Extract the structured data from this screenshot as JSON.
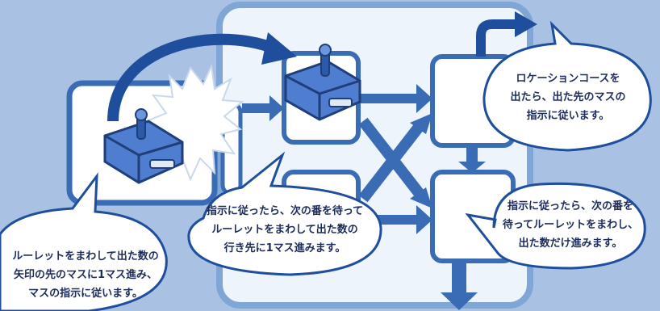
{
  "colors": {
    "background": "#a9c2e3",
    "board": "#eef4fb",
    "board_border": "#7fa6d4",
    "box_fill": "#ffffff",
    "arrow": "#3a6cb5",
    "arrow_dark": "#1f4f9c",
    "text": "#1d2c5a",
    "car": "#4f7ed0"
  },
  "icons": [
    "car-piece-icon",
    "burst-star-icon"
  ],
  "bubbles": {
    "bottom_left": {
      "lines": [
        "ルーレットをまわして出た数の",
        "矢印の先のマスに1マス進み、",
        "マスの指示に従います。"
      ]
    },
    "middle": {
      "lines": [
        "指示に従ったら、次の番を待って",
        "ルーレットをまわして出た数の",
        "行き先に1マス進みます。"
      ]
    },
    "top_right": {
      "lines": [
        "ロケーションコースを",
        "出たら、出た先のマスの",
        "指示に従います。"
      ]
    },
    "bottom_right": {
      "lines": [
        "指示に従ったら、次の番を",
        "待ってルーレットをまわし、",
        "出た数だけ進みます。"
      ]
    }
  }
}
